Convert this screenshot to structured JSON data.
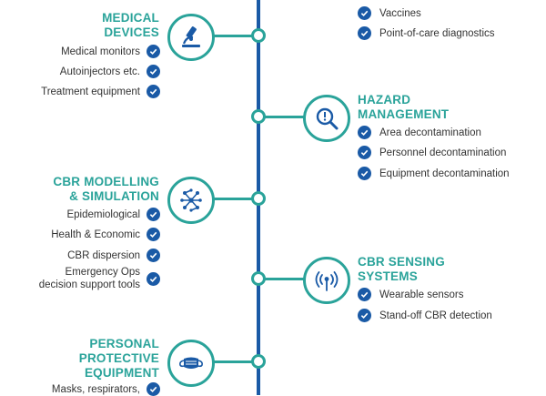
{
  "colors": {
    "teal": "#2aa39a",
    "navy": "#1a5aa6",
    "text": "#333333"
  },
  "left_sections": [
    {
      "title_lines": [
        "MEDICAL",
        "DEVICES"
      ],
      "icon": "microscope-icon",
      "items": [
        "Medical monitors",
        "Autoinjectors etc.",
        "Treatment equipment"
      ]
    },
    {
      "title_lines": [
        "CBR MODELLING",
        "& SIMULATION"
      ],
      "icon": "network-molecule-icon",
      "items": [
        "Epidemiological",
        "Health & Economic",
        "CBR dispersion",
        "Emergency Ops",
        "decision support tools"
      ]
    },
    {
      "title_lines": [
        "PERSONAL",
        "PROTECTIVE",
        "EQUIPMENT"
      ],
      "icon": "face-mask-icon",
      "items": [
        "Masks, respirators,"
      ]
    }
  ],
  "right_sections": [
    {
      "items": [
        "Vaccines",
        "Point-of-care diagnostics"
      ]
    },
    {
      "title_lines": [
        "HAZARD",
        "MANAGEMENT"
      ],
      "icon": "magnifier-hazard-icon",
      "items": [
        "Area decontamination",
        "Personnel decontamination",
        "Equipment decontamination"
      ]
    },
    {
      "title_lines": [
        "CBR SENSING",
        "SYSTEMS"
      ],
      "icon": "antenna-signal-icon",
      "items": [
        "Wearable sensors",
        "Stand-off CBR detection"
      ]
    }
  ]
}
